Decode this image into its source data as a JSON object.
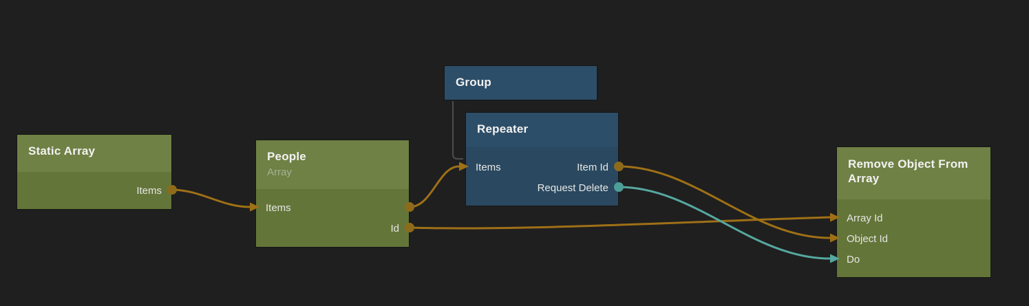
{
  "canvas": {
    "background": "#1F1F1F"
  },
  "colors": {
    "orange_wire": "#9F7016",
    "orange_dot": "#8E6A1B",
    "teal_wire": "#56A8A0",
    "teal_dot": "#4D9E96",
    "hierarchy_line": "#4D4D4D",
    "green_header": "#6F8145",
    "green_body": "#647539",
    "blue_header": "#2D4E68",
    "blue_body": "#2A4860"
  },
  "nodes": {
    "static_array": {
      "title": "Static Array",
      "ports": {
        "items": {
          "label": "Items",
          "kind": "output",
          "color": "orange"
        }
      }
    },
    "people": {
      "title": "People",
      "subtitle": "Array",
      "ports": {
        "items": {
          "label": "Items",
          "kind": "input-output",
          "color": "orange"
        },
        "id": {
          "label": "Id",
          "kind": "output",
          "color": "orange"
        }
      }
    },
    "group": {
      "title": "Group"
    },
    "repeater": {
      "title": "Repeater",
      "ports": {
        "items": {
          "label": "Items",
          "kind": "input",
          "color": "orange"
        },
        "item_id": {
          "label": "Item Id",
          "kind": "output",
          "color": "orange"
        },
        "request_delete": {
          "label": "Request Delete",
          "kind": "output",
          "color": "teal"
        }
      }
    },
    "remove_object_from_array": {
      "title": "Remove Object From Array",
      "ports": {
        "array_id": {
          "label": "Array Id",
          "kind": "input",
          "color": "orange"
        },
        "object_id": {
          "label": "Object Id",
          "kind": "input",
          "color": "orange"
        },
        "do": {
          "label": "Do",
          "kind": "input",
          "color": "teal"
        }
      }
    }
  },
  "connections": [
    {
      "from": "Static Array.Items",
      "to": "People.Items",
      "color": "orange"
    },
    {
      "from": "People.Items",
      "to": "Repeater.Items",
      "color": "orange"
    },
    {
      "from": "People.Id",
      "to": "Remove Object From Array.Array Id",
      "color": "orange"
    },
    {
      "from": "Repeater.Item Id",
      "to": "Remove Object From Array.Object Id",
      "color": "orange"
    },
    {
      "from": "Repeater.Request Delete",
      "to": "Remove Object From Array.Do",
      "color": "teal"
    },
    {
      "from": "Group",
      "to": "Repeater",
      "type": "visual-parent",
      "color": "gray"
    }
  ]
}
